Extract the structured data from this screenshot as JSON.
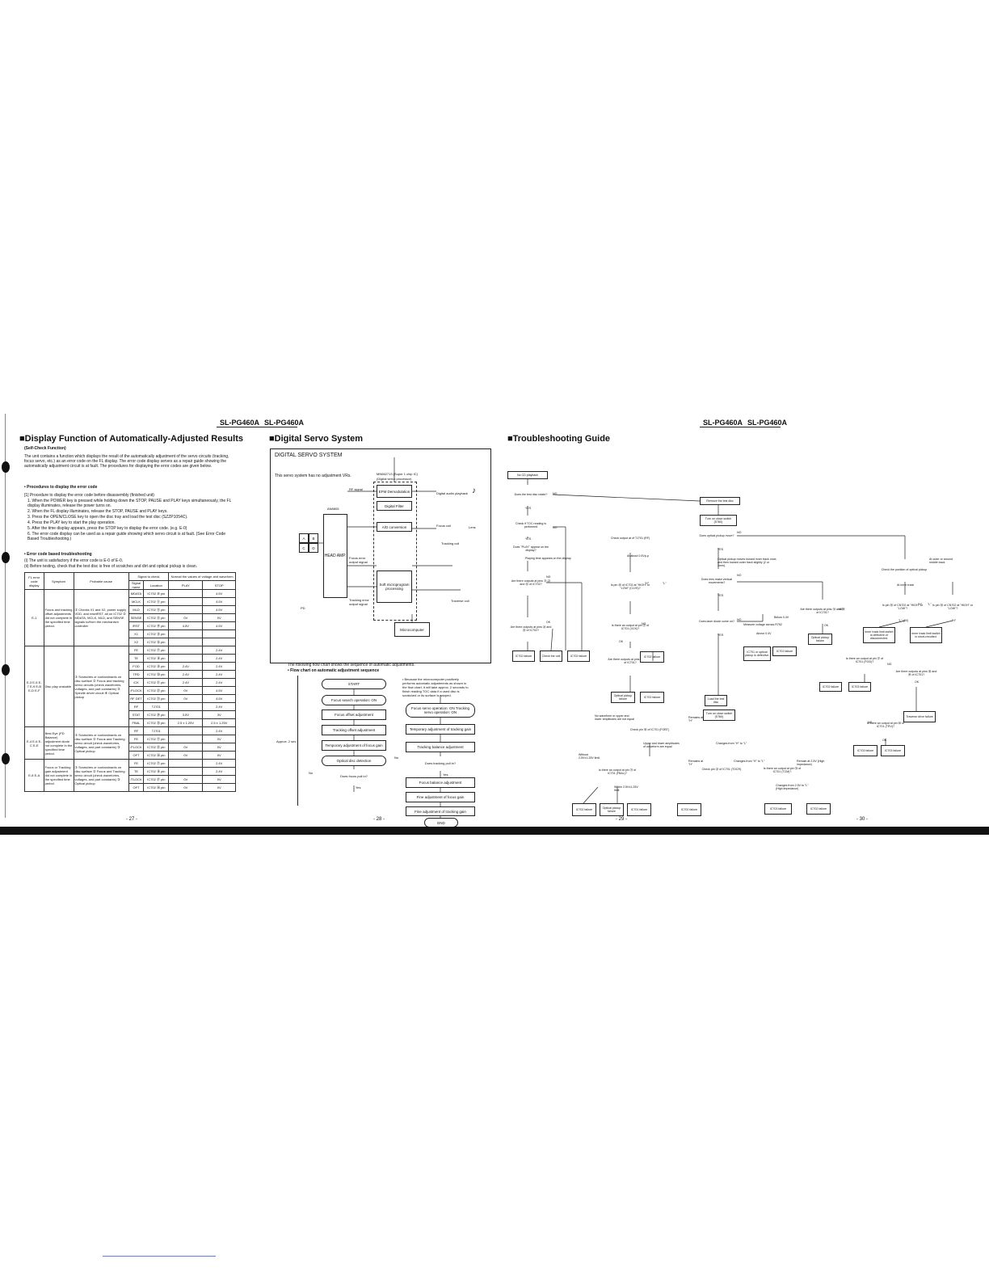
{
  "header": {
    "model_left_1": "SL-PG460A",
    "model_left_2": "SL-PG460A",
    "model_right_1": "SL-PG460A",
    "model_right_2": "SL-PG460A"
  },
  "page1": {
    "title": "■Display Function of Automatically-Adjusted Results",
    "subtitle": "(Self-Check Function)",
    "intro": "The unit contains a function which displays the result of the automatically adjustment of the servo circuits (tracking, focus servo, etc.) as an error code on the FL display. The error code display serves as a repair guide showing the automatically adjustment circuit is at fault. The procedures for displaying the error codes are given below.",
    "proc_heading": "• Procedures to display the error code",
    "steps": [
      "[1] Procedure to display the error code before disassembly (finished unit)",
      "1. When the POWER key is pressed while holding down the STOP, PAUSE and PLAY keys simultaneously, the FL display illuminates, release the power turns on.",
      "2. When the FL display illuminates, release the STOP, PAUSE and PLAY keys.",
      "3. Press the OPEN/CLOSE key to open the disc tray and load the test disc (SZZP1054C).",
      "4. Press the PLAY key to start the play operation.",
      "5. After the time display appears, press the STOP key to display the error code. (e.g. E-0)",
      "6. The error code display can be used as a repair guide showing which servo circuit is at fault. (See Error Code Based Troubleshooting.)"
    ],
    "ts_heading": "• Error code based troubleshooting",
    "ts_notes": [
      "(i) The unit is satisfactory if the error code is E-0 of E-0.",
      "(ii) Before testing, check that the test disc is free of scratches and dirt and optical pickup is clean."
    ],
    "table_headers": [
      "FL error code display",
      "Symptom",
      "Probable cause",
      "Signal to check",
      "Normal the values of voltage and waveform",
      "Signal name",
      "Location",
      "PLAY",
      "STOP"
    ],
    "table_rows": [
      [
        "E-1",
        "Focus and tracking offset adjustments did not complete in the specified time period.",
        "① Checks X1 and X2, power supply VDD, and resetRST, all on IC702 ② MDATA, MCLK, MLD, and SENSE signals to/from the mechanism controller",
        [
          [
            "MDATA",
            "IC702 ⑩ pin",
            "",
            "4.5V"
          ],
          [
            "MCLK",
            "IC702 ⑪ pin",
            "",
            "4.5V"
          ],
          [
            "MLD",
            "IC702 ⑫ pin",
            "",
            "4.5V"
          ],
          [
            "SENSE",
            "IC702 ⑬ pin",
            "0V",
            "0V"
          ],
          [
            "/RST",
            "IC702 ⑭ pin",
            "4.5V",
            "4.5V"
          ],
          [
            "X1",
            "IC702 ⑮ pin",
            "",
            ""
          ],
          [
            "X2",
            "IC702 ⑯ pin",
            "",
            ""
          ]
        ]
      ],
      [
        "E-3 E-5 E-7 E-9 E-B E-D E-F",
        "Disc play unstable",
        "① Scratches or contaminants on disc surface ② Focus and tracking servo circuits (check waveforms, voltages, and part constants) ③ Spindle driver circuit ④ Optical pickup",
        [
          [
            "FE",
            "IC702 ⑰ pin",
            "",
            "2.4V"
          ],
          [
            "TE",
            "IC702 ⑱ pin",
            "",
            "2.4V"
          ],
          [
            "FOD",
            "IC702 ⑲ pin",
            "2.4V",
            "2.4V"
          ],
          [
            "TRD",
            "IC702 ⑳ pin",
            "2.4V",
            "2.4V"
          ],
          [
            "/CK",
            "IC702 ㉑ pin",
            "2.4V",
            "2.4V"
          ],
          [
            "/FLOCK",
            "IC702 ㉒ pin",
            "0V",
            "4.5V"
          ],
          [
            "RF DET",
            "IC702 ㉓ pin",
            "0V",
            "4.5V"
          ],
          [
            "RF",
            "TJ701",
            "",
            "2.4V"
          ],
          [
            "STAT",
            "IC702 ㉔ pin",
            "3.5V",
            "3V"
          ],
          [
            "FBAL",
            "IC702 ㉕ pin",
            "2.5 ± 1.25V",
            "2.5 ± 1.25V"
          ]
        ]
      ],
      [
        "E-4 E-6 E-C E-E",
        "Best Eye (PD Balance) adjustment diode not complete in the specified time period.",
        "① Scratches or contaminants on disc surface ② Focus and Tracking servo circuit (check waveforms, voltages, and part constants) ③ Optical pickup",
        [
          [
            "RF",
            "TJ701",
            "",
            "2.4V"
          ],
          [
            "FE",
            "IC702 ⑰ pin",
            "",
            "0V"
          ],
          [
            "/FLOCK",
            "IC702 ㉒ pin",
            "0V",
            "0V"
          ],
          [
            "OFT",
            "IC702 ㉖ pin",
            "0V",
            "0V"
          ]
        ]
      ],
      [
        "E-8 E-A",
        "Focus or Tracking gain adjustment did not complete in the specified time period.",
        "① Scratches or contaminants on disc surface ② Focus and Tracking servo circuit (check waveforms, voltages, and part constants) ③ Optical pickup",
        [
          [
            "FE",
            "IC702 ⑰ pin",
            "",
            "2.4V"
          ],
          [
            "TE",
            "IC702 ⑱ pin",
            "",
            "2.4V"
          ],
          [
            "/TLOCK",
            "IC702 ㉗ pin",
            "0V",
            "0V"
          ],
          [
            "OFT",
            "IC702 ㉖ pin",
            "0V",
            "0V"
          ]
        ]
      ]
    ],
    "page_no": "- 27 -"
  },
  "page2": {
    "title": "■Digital Servo System",
    "box_title": "DIGITAL SERVO SYSTEM",
    "no_vr": "This servo system has no adjustment VRs.",
    "chip": "MN662713 (Super 1 chip IC)",
    "chip_sub": "(Digital servo processor)",
    "an": "AN8805",
    "blocks": [
      "EFM Demodulation",
      "Digital Filter",
      "A/D conversion",
      "Soft microprogram processing",
      "HEAD AMP.",
      "Microcomputer"
    ],
    "labels": [
      "RF signal",
      "Digital audio playback",
      "Focus error output signal",
      "Tracking error output signal",
      "Focus coil",
      "Lens",
      "Tracking coil",
      "Traverse coil",
      "PD",
      "A",
      "B",
      "C",
      "D"
    ],
    "flow_intro": "The following flow chart shows the sequence of automatic adjustments.",
    "flow_heading": "• Flow chart on automatic adjustment sequence",
    "approx": "Approx. 2 sec.",
    "left_flow": [
      "START",
      "Focus search operation: ON",
      "Focus offset adjustment",
      "Tracking offset adjustment",
      "Temporary adjustment of focus gain",
      "Optical disc detection",
      "Does focus pull in?"
    ],
    "right_flow": [
      "Focus servo operation: ON Tracking servo operation: ON",
      "Temporary adjustment of tracking gain",
      "Tracking balance adjustment",
      "Does tracking pull in?",
      "Focus balance adjustment",
      "Fine adjustment of focus gain",
      "Fine adjustment of tracking gain",
      "END"
    ],
    "note": "• Because the microcomputer positively performs automatic adjustments as shown in the flow chart, it will take approx. 2 seconds to finish reading TOC data if a used disc is scratched or its surface is warped.",
    "no": "No",
    "yes": "Yes",
    "page_no": "- 28 -"
  },
  "page3": {
    "title": "■Troubleshooting Guide",
    "start": "No CD playback",
    "items": [
      "Does the test disc rotate?",
      "Check if TOC reading is performed",
      "Does \"PLAY\" appear on the display?",
      "Playing time appears on the display",
      "Are there outputs at pins ㉑,㉒ and ㉓ of IC702?",
      "Are there outputs at pins ㉔ and ㉕ of IC702?",
      "IC702 failure",
      "Check the unit",
      "IC702 failure",
      "Check output at of TJ701 (RF)",
      "At about 0.5Vp-p",
      "Is pin ㉖ of IC702 at \"HIGH\" or \"LOW\" (CLVS)?",
      "Is there an output at pin ㉗ of IC701 (XCK)?",
      "Are there outputs at pins ㉘ and ㉙ of IC701?",
      "IC702 failure",
      "IC702 failure",
      "Optical pickup failure",
      "No waveform or upper and lower amplitudes are not equal",
      "Upper and lower amplitudes of waveform are equal",
      "Check pin ㉚ of IC701 (FOBT)",
      "Is there an output at pin ㉛ of IC701 (FBAL)?",
      "Without 2.5V±1.25V limit",
      "Within 2.5V±1.25V limit",
      "IC702 failure",
      "Optical pickup failure",
      "IC701 failure",
      "IC702 failure",
      "Remains at \"H\"",
      "Changes from \"H\" to \"L\"",
      "Check pin ㉜ of IC701 (TOCR)",
      "Remain at 2.5V (High impedance)",
      "Is there an output at pin ㉝ of IC701 (TCM)?",
      "Changes from 2.5V to \"L\" (High impedance)",
      "IC703 failure",
      "IC702 failure",
      "Remove the test disc",
      "Turn on close switch (S760)",
      "Does optical pickup move?",
      "Optical pickup moves toward inner track once, and then toward outer track slightly (2 or 3mm).",
      "Does lens make vertical movements?",
      "Does laser diode come on?",
      "Measure voltage across R752",
      "Below 0.4V",
      "Above 0.4V",
      "IC701 or optical pickup is defective.",
      "IC701 failure",
      "Optical pickup failure",
      "Load the test disc",
      "Turn on close switch (S760)",
      "Are there outputs at pins ㉞ and ㉟ of IC701?",
      "IC702 failure",
      "IC703 failure",
      "Check the position of optical pickup",
      "At inner track",
      "At outer or around middle track",
      "Is pin ㊱ of CN702 at \"HIGH\" or \"LOW\"?",
      "Inner track limit switch is defective or disconnected.",
      "Inner track limit switch is short-circuited.",
      "Is there an output at pin ㊲ of IC701 (FOD)?",
      "Are there outputs at pins ㊳ and ㊴ of IC701?",
      "Traverse drive failure",
      "Is there an output at pin ㊵ of IC701 (TRV)?",
      "IC703 failure",
      "IC703 failure"
    ],
    "yes": "YES",
    "no": "NO",
    "ok": "OK",
    "ng": "NG",
    "h": "\"H\"",
    "l": "\"L\"",
    "l0v": "\"L\" (0V)",
    "page_no_a": "- 29 -",
    "page_no_b": "- 30 -"
  }
}
